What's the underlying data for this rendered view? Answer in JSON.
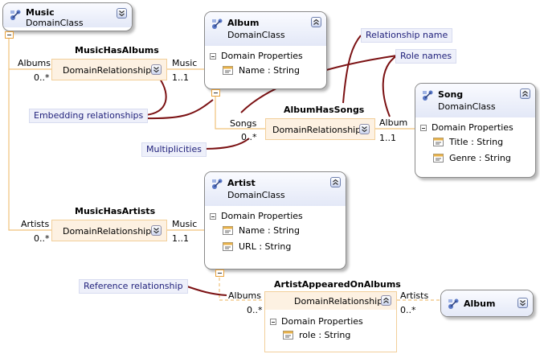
{
  "classes": {
    "music": {
      "title": "Music",
      "subtitle": "DomainClass"
    },
    "album": {
      "title": "Album",
      "subtitle": "DomainClass",
      "section": "Domain Properties",
      "props": [
        "Name : String"
      ]
    },
    "song": {
      "title": "Song",
      "subtitle": "DomainClass",
      "section": "Domain Properties",
      "props": [
        "Title : String",
        "Genre : String"
      ]
    },
    "artist": {
      "title": "Artist",
      "subtitle": "DomainClass",
      "section": "Domain Properties",
      "props": [
        "Name : String",
        "URL : String"
      ]
    },
    "album_ref": {
      "title": "Album"
    }
  },
  "relationships": {
    "music_has_albums": {
      "name": "MusicHasAlbums",
      "label": "DomainRelationship",
      "source_role": "Albums",
      "source_mult": "0..*",
      "target_role": "Music",
      "target_mult": "1..1"
    },
    "album_has_songs": {
      "name": "AlbumHasSongs",
      "label": "DomainRelationship",
      "source_role": "Songs",
      "source_mult": "0..*",
      "target_role": "Album",
      "target_mult": "1..1"
    },
    "music_has_artists": {
      "name": "MusicHasArtists",
      "label": "DomainRelationship",
      "source_role": "Artists",
      "source_mult": "0..*",
      "target_role": "Music",
      "target_mult": "1..1"
    },
    "artist_appeared_on_albums": {
      "name": "ArtistAppearedOnAlbums",
      "label": "DomainRelationship",
      "source_role": "Albums",
      "source_mult": "0..*",
      "target_role": "Artists",
      "target_mult": "0..*",
      "section": "Domain Properties",
      "props": [
        "role : String"
      ]
    }
  },
  "annotations": {
    "relationship_name": "Relationship name",
    "role_names": "Role names",
    "embedding": "Embedding relationships",
    "multiplicities": "Multiplicities",
    "reference": "Reference relationship"
  },
  "colors": {
    "annotation_line": "#7b1113",
    "embedding_line": "#f0c27a",
    "reference_line": "#f0c27a",
    "class_header": "#e3e8f7",
    "relationship_fill": "#fdf1e2"
  }
}
